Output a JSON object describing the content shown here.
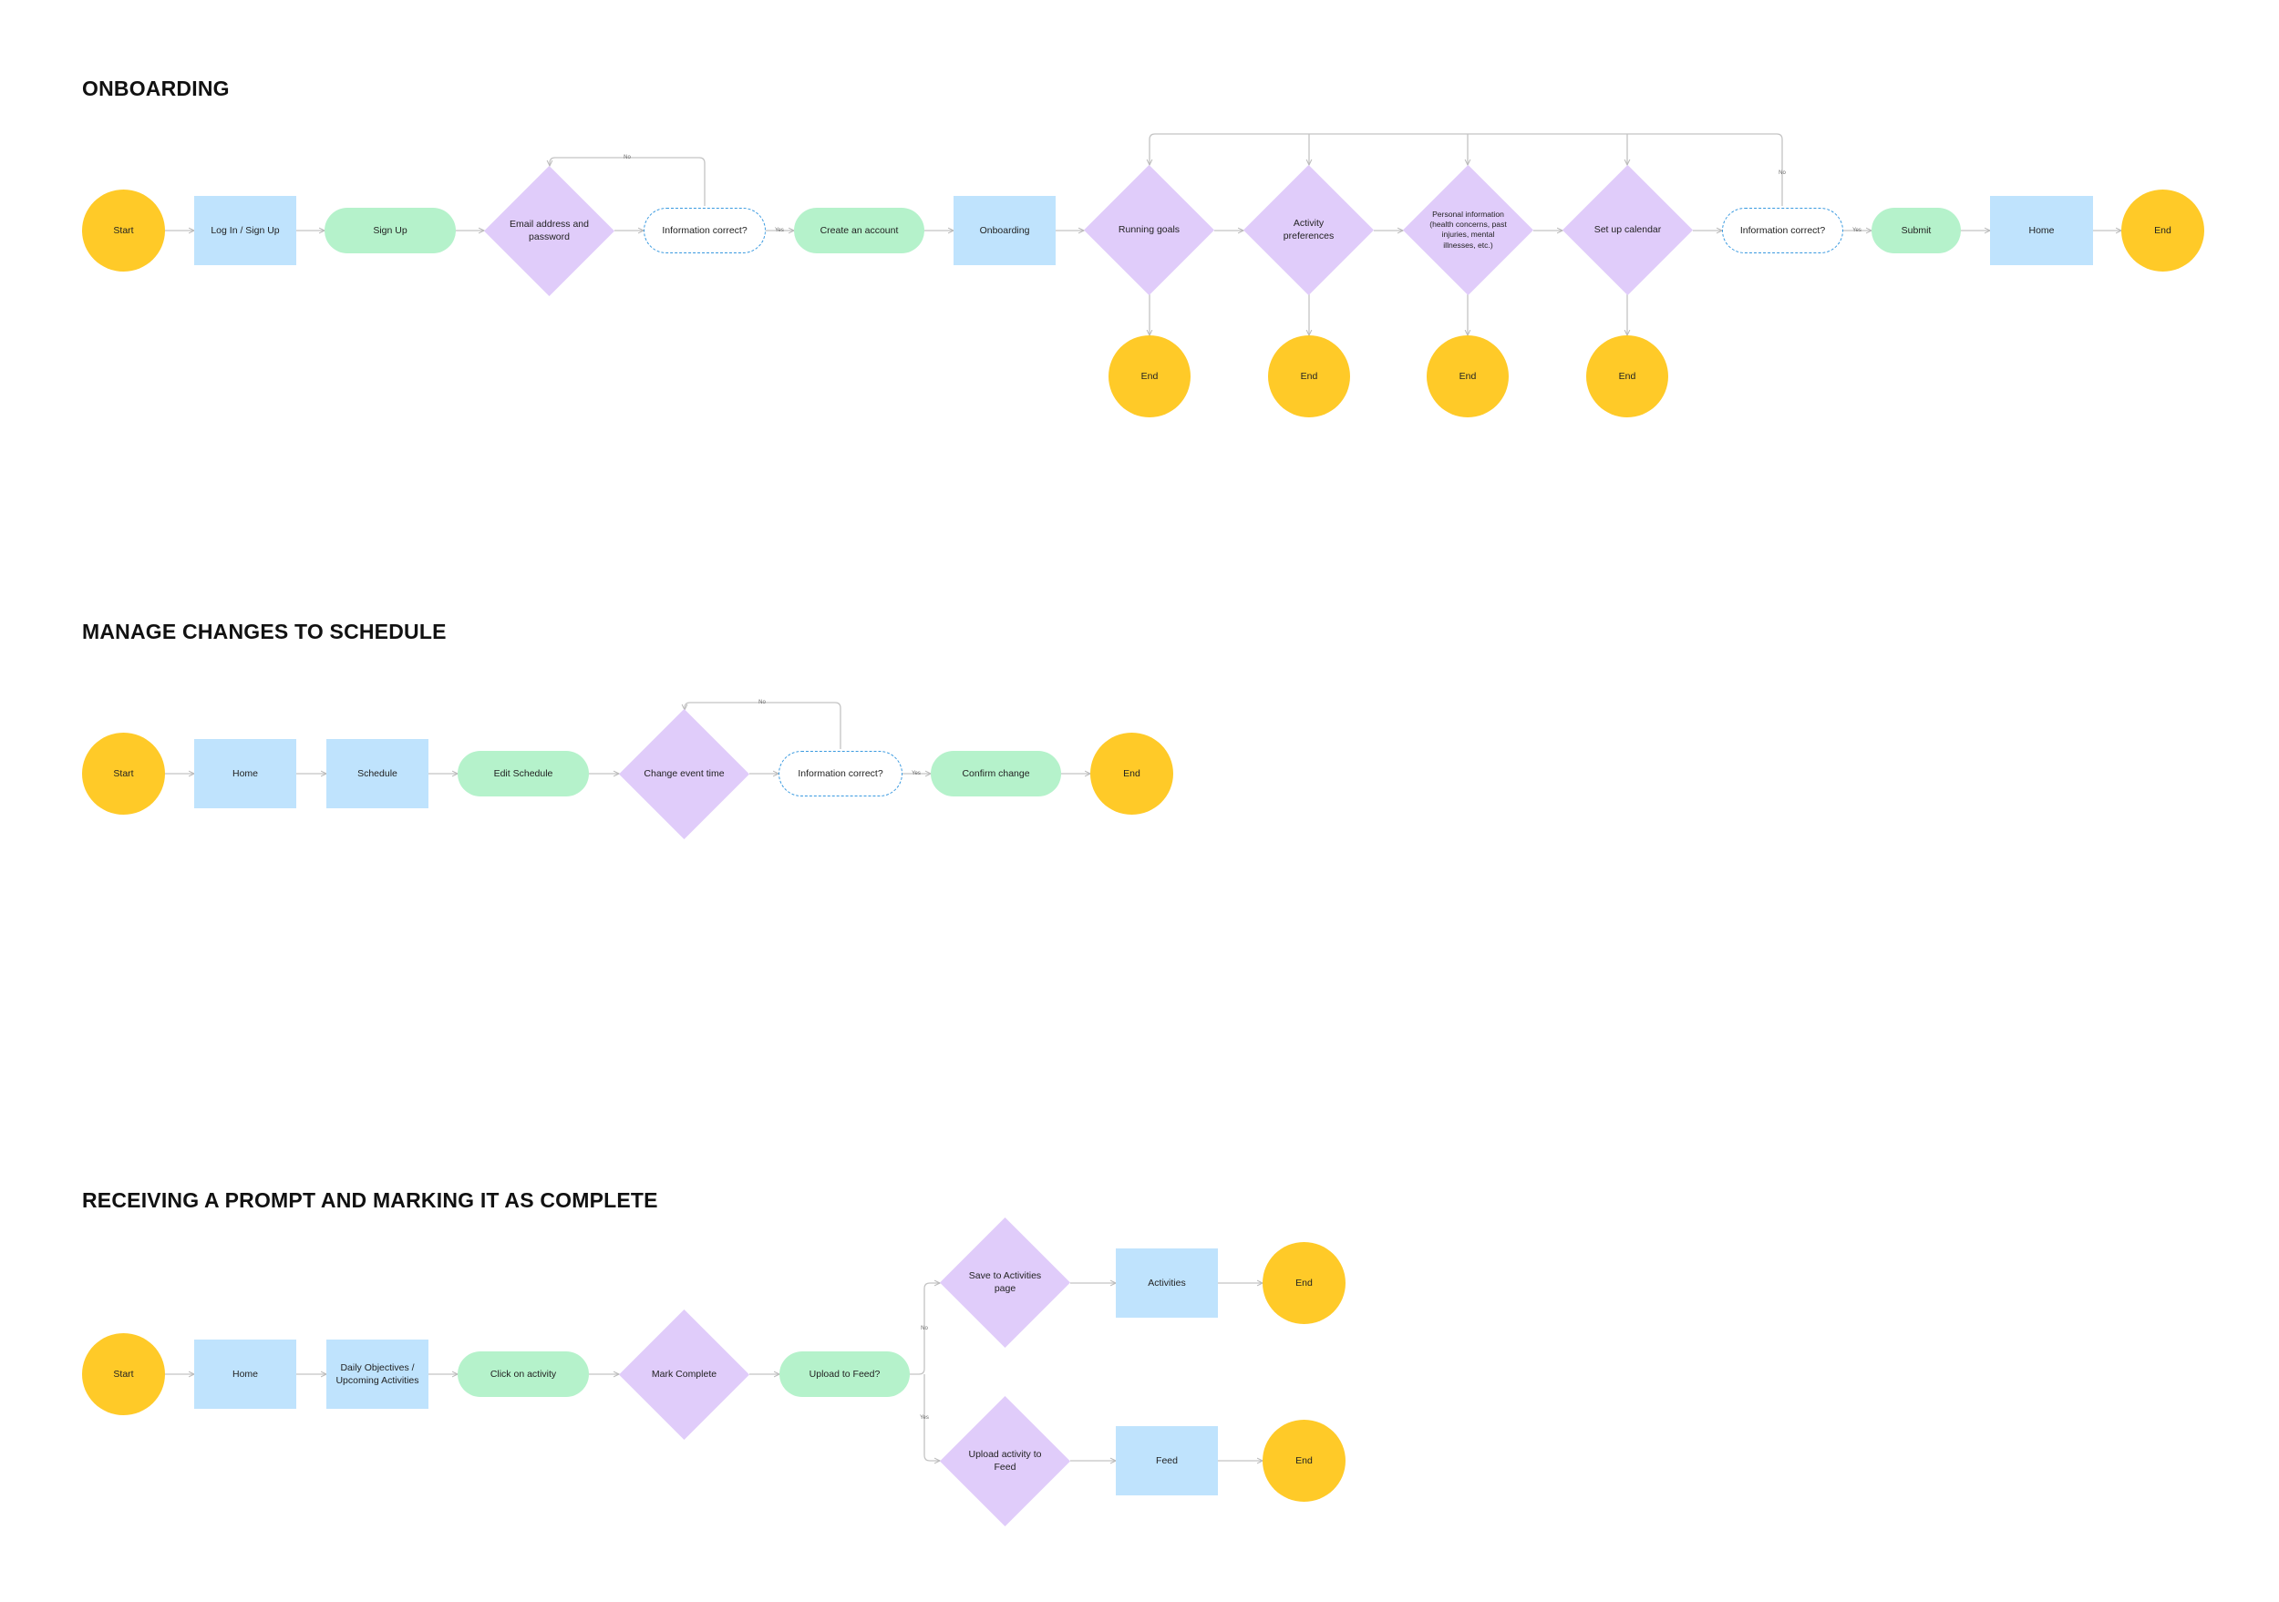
{
  "colors": {
    "terminal": "#FFCA28",
    "screen": "#BFE3FD",
    "action": "#B5F2CB",
    "decision": "#E0CCFA",
    "check_border": "#3A9AE0",
    "connector": "#C4C4C4"
  },
  "sections": [
    {
      "title": "ONBOARDING",
      "nodes": {
        "start": "Start",
        "login": "Log In / Sign Up",
        "signup": "Sign Up",
        "email": "Email address and password",
        "check1": "Information correct?",
        "create": "Create an account",
        "onboarding": "Onboarding",
        "running": "Running goals",
        "activity": "Activity preferences",
        "personal": "Personal information (health concerns, past injuries, mental illnesses, etc.)",
        "calendar": "Set up calendar",
        "check2": "Information correct?",
        "submit": "Submit",
        "home": "Home",
        "end": "End",
        "end_running": "End",
        "end_activity": "End",
        "end_personal": "End",
        "end_calendar": "End"
      },
      "edge_labels": {
        "no1": "No",
        "yes1": "Yes",
        "no2": "No",
        "yes2": "Yes"
      }
    },
    {
      "title": "MANAGE CHANGES TO SCHEDULE",
      "nodes": {
        "start": "Start",
        "home": "Home",
        "schedule": "Schedule",
        "edit": "Edit Schedule",
        "change": "Change event time",
        "check": "Information correct?",
        "confirm": "Confirm change",
        "end": "End"
      },
      "edge_labels": {
        "no": "No",
        "yes": "Yes"
      }
    },
    {
      "title": "RECEIVING A PROMPT AND MARKING IT AS COMPLETE",
      "nodes": {
        "start": "Start",
        "home": "Home",
        "daily": "Daily Objectives / Upcoming Activities",
        "click": "Click on activity",
        "mark": "Mark Complete",
        "upload_q": "Upload to Feed?",
        "save": "Save to Activities page",
        "activities": "Activities",
        "end_top": "End",
        "upload_feed": "Upload activity to Feed",
        "feed": "Feed",
        "end_bottom": "End"
      },
      "edge_labels": {
        "no": "No",
        "yes": "Yes"
      }
    }
  ]
}
